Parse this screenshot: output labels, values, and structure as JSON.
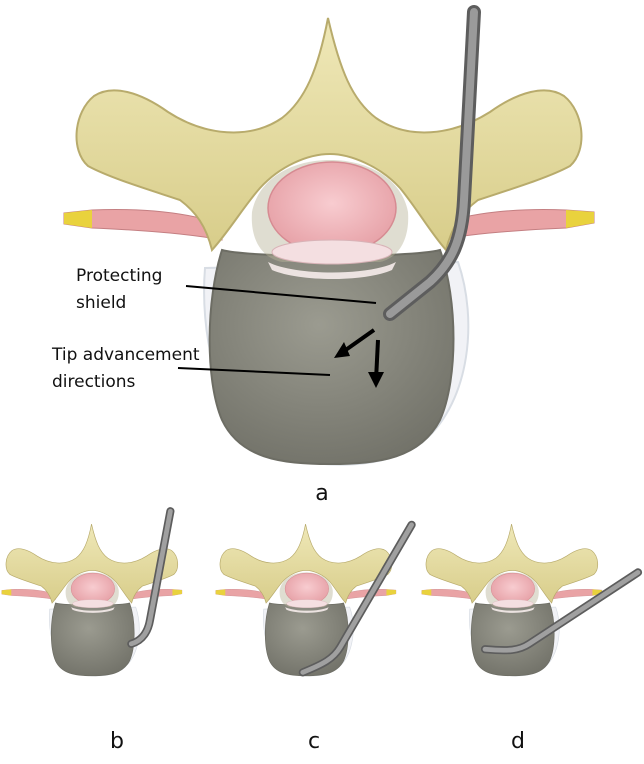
{
  "colors": {
    "bone_fill": "#e9e1a9",
    "bone_stroke": "#b8ab6c",
    "body_fill": "#8a8a80",
    "body_stroke": "#6d6d64",
    "cord_fill": "#f2b9bd",
    "nerve_fill": "#e9a3a5",
    "nerve_tip": "#e9d23d",
    "needle": "#7c7c7c",
    "arrow": "#000000"
  },
  "annotations": {
    "shield_line1": "Protecting",
    "shield_line2": "shield",
    "tip_line1": "Tip advancement",
    "tip_line2": "directions"
  },
  "panels": {
    "a": "a",
    "b": "b",
    "c": "c",
    "d": "d"
  }
}
